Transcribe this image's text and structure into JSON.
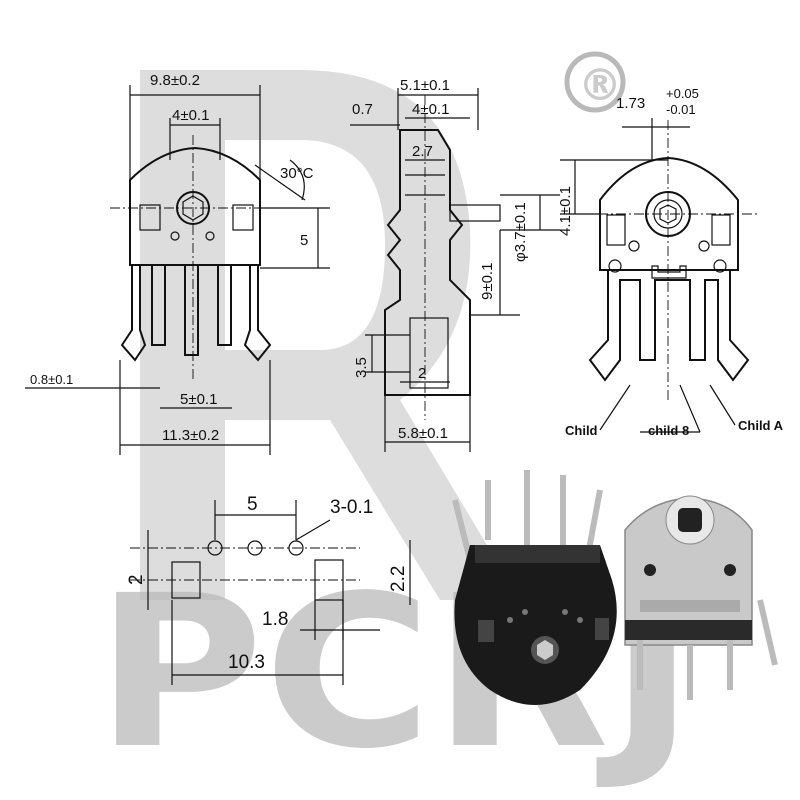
{
  "watermark": {
    "letters": "PCRJ",
    "registered_mark": "®",
    "color": "#9b9b9b"
  },
  "front_view": {
    "dims": {
      "width_total": "9.8±0.2",
      "width_inner": "4±0.1",
      "angle": "30°C",
      "height_right": "5",
      "pin_left": "0.8±0.1",
      "pin_pitch": "5±0.1",
      "base_width": "11.3±0.2"
    }
  },
  "side_view": {
    "dims": {
      "top_width": "5.1±0.1",
      "left_offset": "0.7",
      "inner_width": "4±0.1",
      "small_gap": "2.7",
      "diameter": "φ3.7±0.1",
      "height_lower": "9±0.1",
      "lead_length": "3.5",
      "lead_width": "2",
      "bottom_width": "5.8±0.1"
    }
  },
  "back_view": {
    "dims": {
      "offset_value": "1.73",
      "tol_plus": "+0.05",
      "tol_minus": "-0.01",
      "height_top": "4.1±0.1"
    },
    "callouts": [
      "Child",
      "child 8",
      "Child A"
    ]
  },
  "footprint": {
    "dims": {
      "pitch": "5",
      "hole": "3-0.1",
      "pad_left_height": "2",
      "pad_right_height": "2.2",
      "pad_width": "1.8",
      "total_width": "10.3"
    }
  },
  "photos": {
    "left_photo_alt": "photo-of-encoder-back",
    "right_photo_alt": "photo-of-encoder-front"
  }
}
